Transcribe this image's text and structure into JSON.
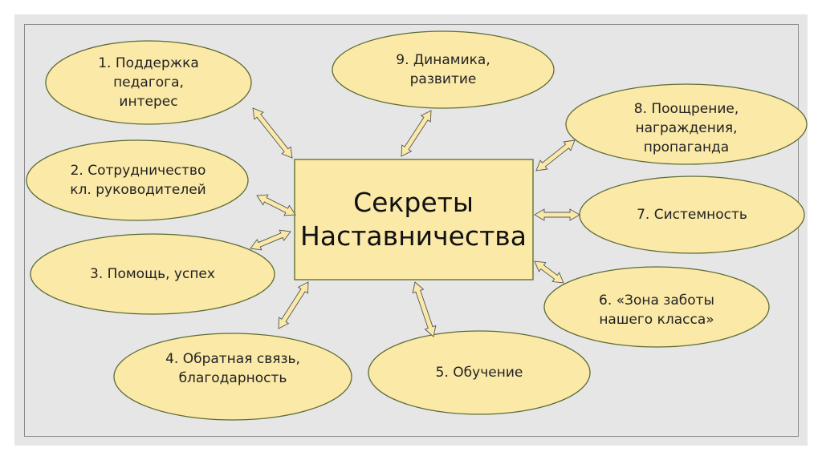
{
  "center": {
    "line1": "Секреты",
    "line2": "Наставничества"
  },
  "nodes": [
    {
      "label": "1. Поддержка\nпедагога,\nинтерес"
    },
    {
      "label": "2. Сотрудничество\nкл. руководителей"
    },
    {
      "label": "3. Помощь, успех"
    },
    {
      "label": "4. Обратная связь,\nблагодарность"
    },
    {
      "label": "5. Обучение"
    },
    {
      "label": "6. «Зона заботы\nнашего класса»"
    },
    {
      "label": "7. Системность"
    },
    {
      "label": "8. Поощрение,\nнаграждения,\nпропаганда"
    },
    {
      "label": "9. Динамика,\nразвитие"
    }
  ],
  "colors": {
    "fill": "#fbe9a8",
    "stroke": "#5e6b35",
    "panel": "#e6e6e6"
  }
}
